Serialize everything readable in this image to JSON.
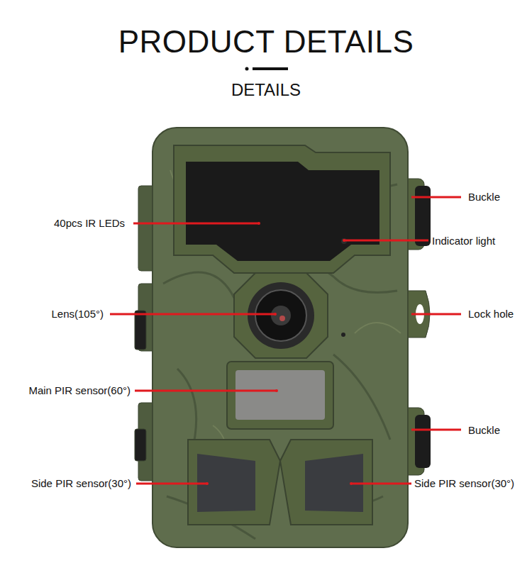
{
  "diagram": {
    "title": "PRODUCT DETAILS",
    "labels": [
      "DETAILS",
      "40pcs IR LEDs",
      "Lens(105°)",
      "Main PIR sensor(60°)",
      "Side PIR sensor(30°)",
      "Buckle",
      "Indicator light",
      "Lock hole",
      "Buckle",
      "Side PIR sensor(30°)"
    ]
  }
}
